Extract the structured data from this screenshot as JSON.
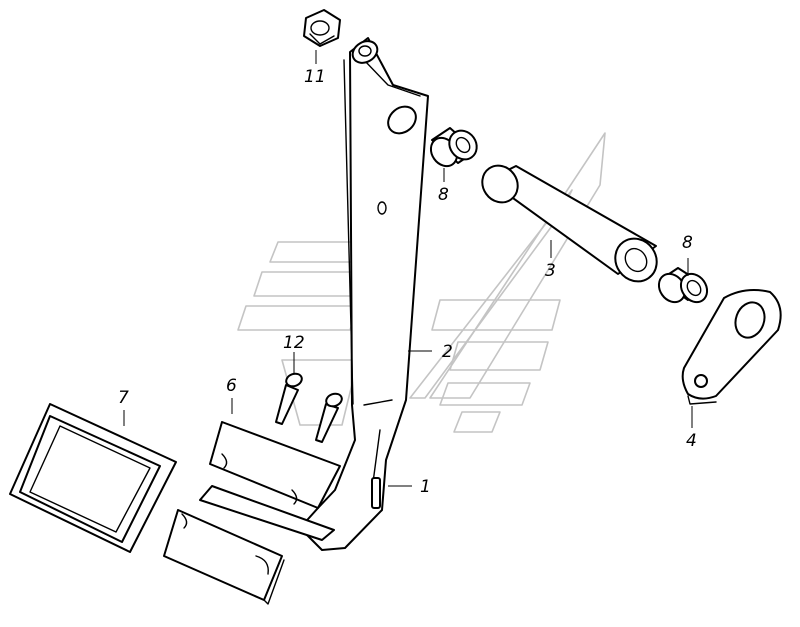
{
  "diagram": {
    "callouts": {
      "c1": "1",
      "c2": "2",
      "c3": "3",
      "c4": "4",
      "c6": "6",
      "c7": "7",
      "c8a": "8",
      "c8b": "8",
      "c11": "11",
      "c12": "12"
    }
  }
}
